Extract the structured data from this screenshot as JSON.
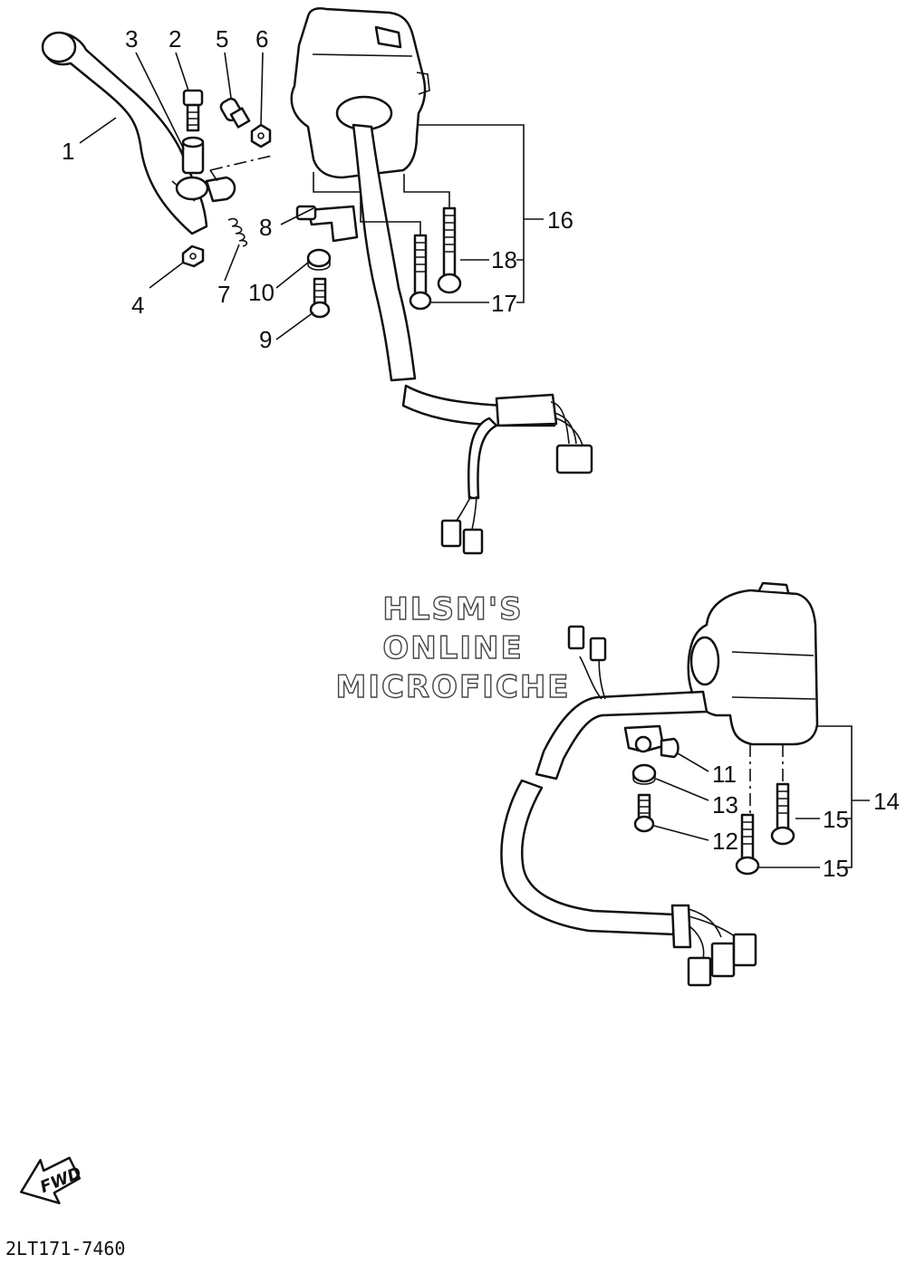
{
  "parts": {
    "p1": "1",
    "p2": "2",
    "p3": "3",
    "p4": "4",
    "p5": "5",
    "p6": "6",
    "p7": "7",
    "p8": "8",
    "p9": "9",
    "p10": "10",
    "p11": "11",
    "p12": "12",
    "p13": "13",
    "p14": "14",
    "p15a": "15",
    "p15b": "15",
    "p16": "16",
    "p17": "17",
    "p18": "18"
  },
  "watermark": {
    "line1": "HLSM'S",
    "line2": "ONLINE",
    "line3": "MICROFICHE"
  },
  "direction_label": "FWD",
  "diagram_code": "2LT171-7460"
}
